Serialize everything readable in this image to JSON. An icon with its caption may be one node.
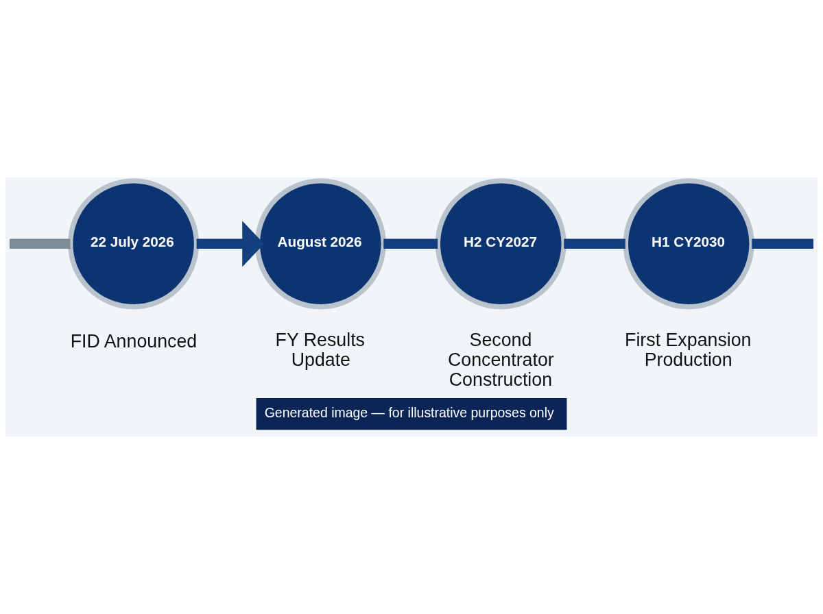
{
  "diagram": {
    "caption": "Generated image — for illustrative purposes only",
    "nodes": [
      {
        "text": [
          "22 July 2026"
        ],
        "beside": [
          "FID Announced"
        ]
      },
      {
        "text": [
          "August 2026"
        ],
        "beside": [
          "FY Results Update"
        ]
      },
      {
        "text": [
          "H2 CY2027"
        ],
        "beside": [
          "Second Concentrator Construction"
        ]
      },
      {
        "text": [
          "H1 CY2030"
        ],
        "beside": [
          "First Expansion Production"
        ]
      }
    ],
    "edges": [
      {
        "from": null,
        "to": 0,
        "arrow": "none",
        "color": "#7f8b95"
      },
      {
        "from": 0,
        "to": 1,
        "arrow": "to"
      },
      {
        "from": 1,
        "to": 2,
        "arrow": "none"
      },
      {
        "from": 2,
        "to": 3,
        "arrow": "none"
      },
      {
        "from": 3,
        "to": null,
        "arrow": "none"
      }
    ]
  }
}
